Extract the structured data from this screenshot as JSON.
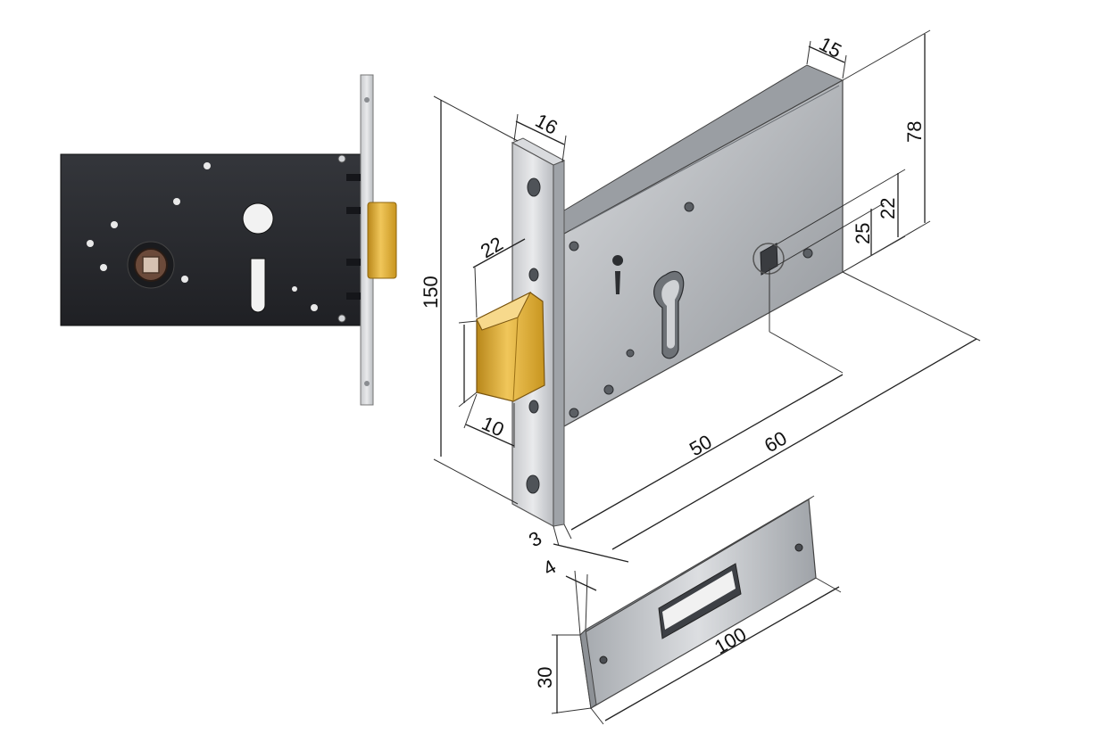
{
  "dimensions": {
    "faceplate_width": "16",
    "body_depth": "15",
    "body_height": "78",
    "overall_height": "150",
    "latch_height": "22",
    "latch_projection": "10",
    "cylinder_offset_25": "25",
    "cylinder_offset_22": "22",
    "backset": "50",
    "body_length": "60",
    "faceplate_thickness": "3",
    "strike_thickness": "4",
    "strike_length": "100",
    "strike_width": "30"
  },
  "colors": {
    "lock_body_dark": "#2b2d31",
    "steel_light": "#cfd2d6",
    "steel_mid": "#a9adb2",
    "steel_dark": "#7d8187",
    "brass": "#d9a830"
  }
}
